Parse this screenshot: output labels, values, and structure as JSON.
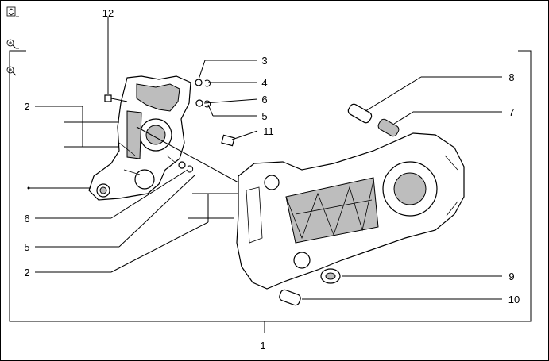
{
  "toolbar": {
    "buttons": [
      {
        "icon": "fit-page-icon"
      },
      {
        "icon": "zoom-in-icon"
      },
      {
        "icon": "zoom-out-icon"
      }
    ]
  },
  "diagram": {
    "callouts": {
      "c1": "1",
      "c2a": "2",
      "c2b": "2",
      "c3": "3",
      "c4": "4",
      "c5a": "5",
      "c5b": "5",
      "c6a": "6",
      "c6b": "6",
      "c7": "7",
      "c8": "8",
      "c9": "9",
      "c10": "10",
      "c11": "11",
      "c12": "12"
    }
  }
}
